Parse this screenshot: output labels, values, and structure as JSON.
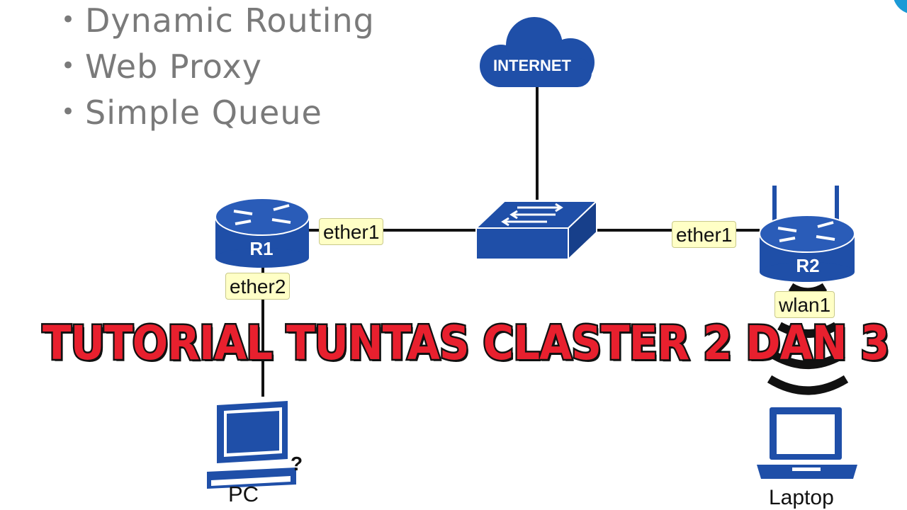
{
  "bullets": [
    "Dynamic Routing",
    "Web Proxy",
    "Simple Queue"
  ],
  "bullet_char": "•",
  "internet": {
    "label": "INTERNET"
  },
  "routers": {
    "r1": "R1",
    "r2": "R2"
  },
  "interfaces": {
    "r1_ether1": "ether1",
    "r1_ether2": "ether2",
    "r2_ether1": "ether1",
    "r2_wlan1": "wlan1"
  },
  "devices": {
    "pc": "PC",
    "laptop": "Laptop"
  },
  "banner": "TUTORIAL TUNTAS CLASTER 2 DAN 3",
  "colors": {
    "device_blue": "#1f4fa8",
    "label_bg": "#ffffc6",
    "banner_red": "#e8202e",
    "bullet_gray": "#7a7a7a"
  }
}
